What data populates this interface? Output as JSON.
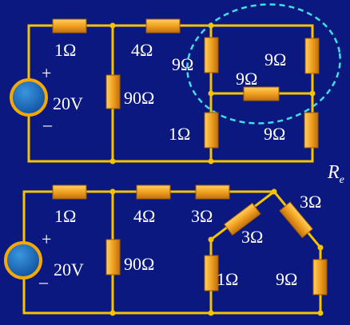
{
  "colors": {
    "background": "#0a1880",
    "wire": "#f5c400",
    "resistor_fill": "#f0a020",
    "resistor_edge": "#a05a00",
    "source_fill": "#1a6fc0",
    "source_ring": "#f5a800",
    "highlight": "#40e0e0",
    "text": "#ffffff"
  },
  "circuit_top": {
    "source_voltage": "20V",
    "plus": "+",
    "minus": "–",
    "r1": "1Ω",
    "r2": "4Ω",
    "r3": "90Ω",
    "r4": "9Ω",
    "r5": "9Ω",
    "r6": "9Ω",
    "r7": "1Ω",
    "r8": "9Ω"
  },
  "circuit_bottom": {
    "source_voltage": "20V",
    "plus": "+",
    "minus": "–",
    "r1": "1Ω",
    "r2": "4Ω",
    "r3": "3Ω",
    "r4": "90Ω",
    "r5": "3Ω",
    "r6": "3Ω",
    "r7": "1Ω",
    "r8": "9Ω"
  },
  "edge_label": "Re"
}
